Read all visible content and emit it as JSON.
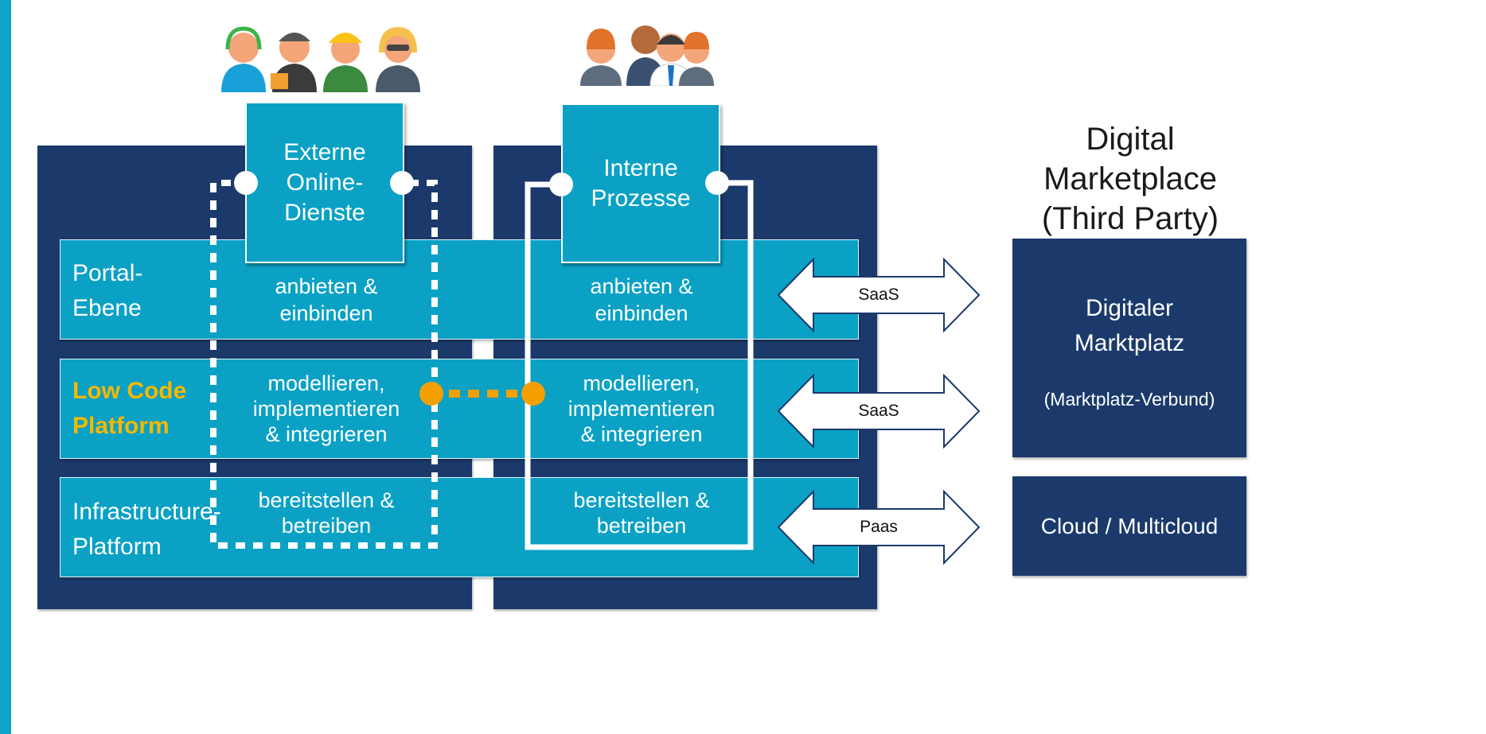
{
  "top_boxes": {
    "external": "Externe\nOnline-\nDienste",
    "internal": "Interne\nProzesse"
  },
  "layers": {
    "portal": {
      "label": "Portal-\nEbene",
      "left": "anbieten &\neinbinden",
      "right": "anbieten &\neinbinden"
    },
    "lowcode": {
      "label": "Low Code\nPlatform",
      "left": "modellieren,\nimplementieren\n& integrieren",
      "right": "modellieren,\nimplementieren\n& integrieren"
    },
    "infra": {
      "label": "Infrastructure-\nPlatform",
      "left": "bereitstellen &\nbetreiben",
      "right": "bereitstellen &\nbetreiben"
    }
  },
  "arrows": [
    "SaaS",
    "SaaS",
    "Paas"
  ],
  "right": {
    "title": "Digital\nMarketplace\n(Third Party)",
    "marketplace_title": "Digitaler\nMarktplatz",
    "marketplace_sub": "(Marktplatz-Verbund)",
    "cloud": "Cloud / Multicloud"
  },
  "colors": {
    "navy": "#1b3a6b",
    "teal": "#0aa1c5",
    "accent_orange": "#f5a000",
    "label_yellow": "#f5b800"
  },
  "icons": {
    "external_users": [
      "support-agent-icon",
      "delivery-person-icon",
      "construction-worker-icon",
      "office-woman-icon"
    ],
    "internal_users": [
      "business-team-icon"
    ]
  }
}
